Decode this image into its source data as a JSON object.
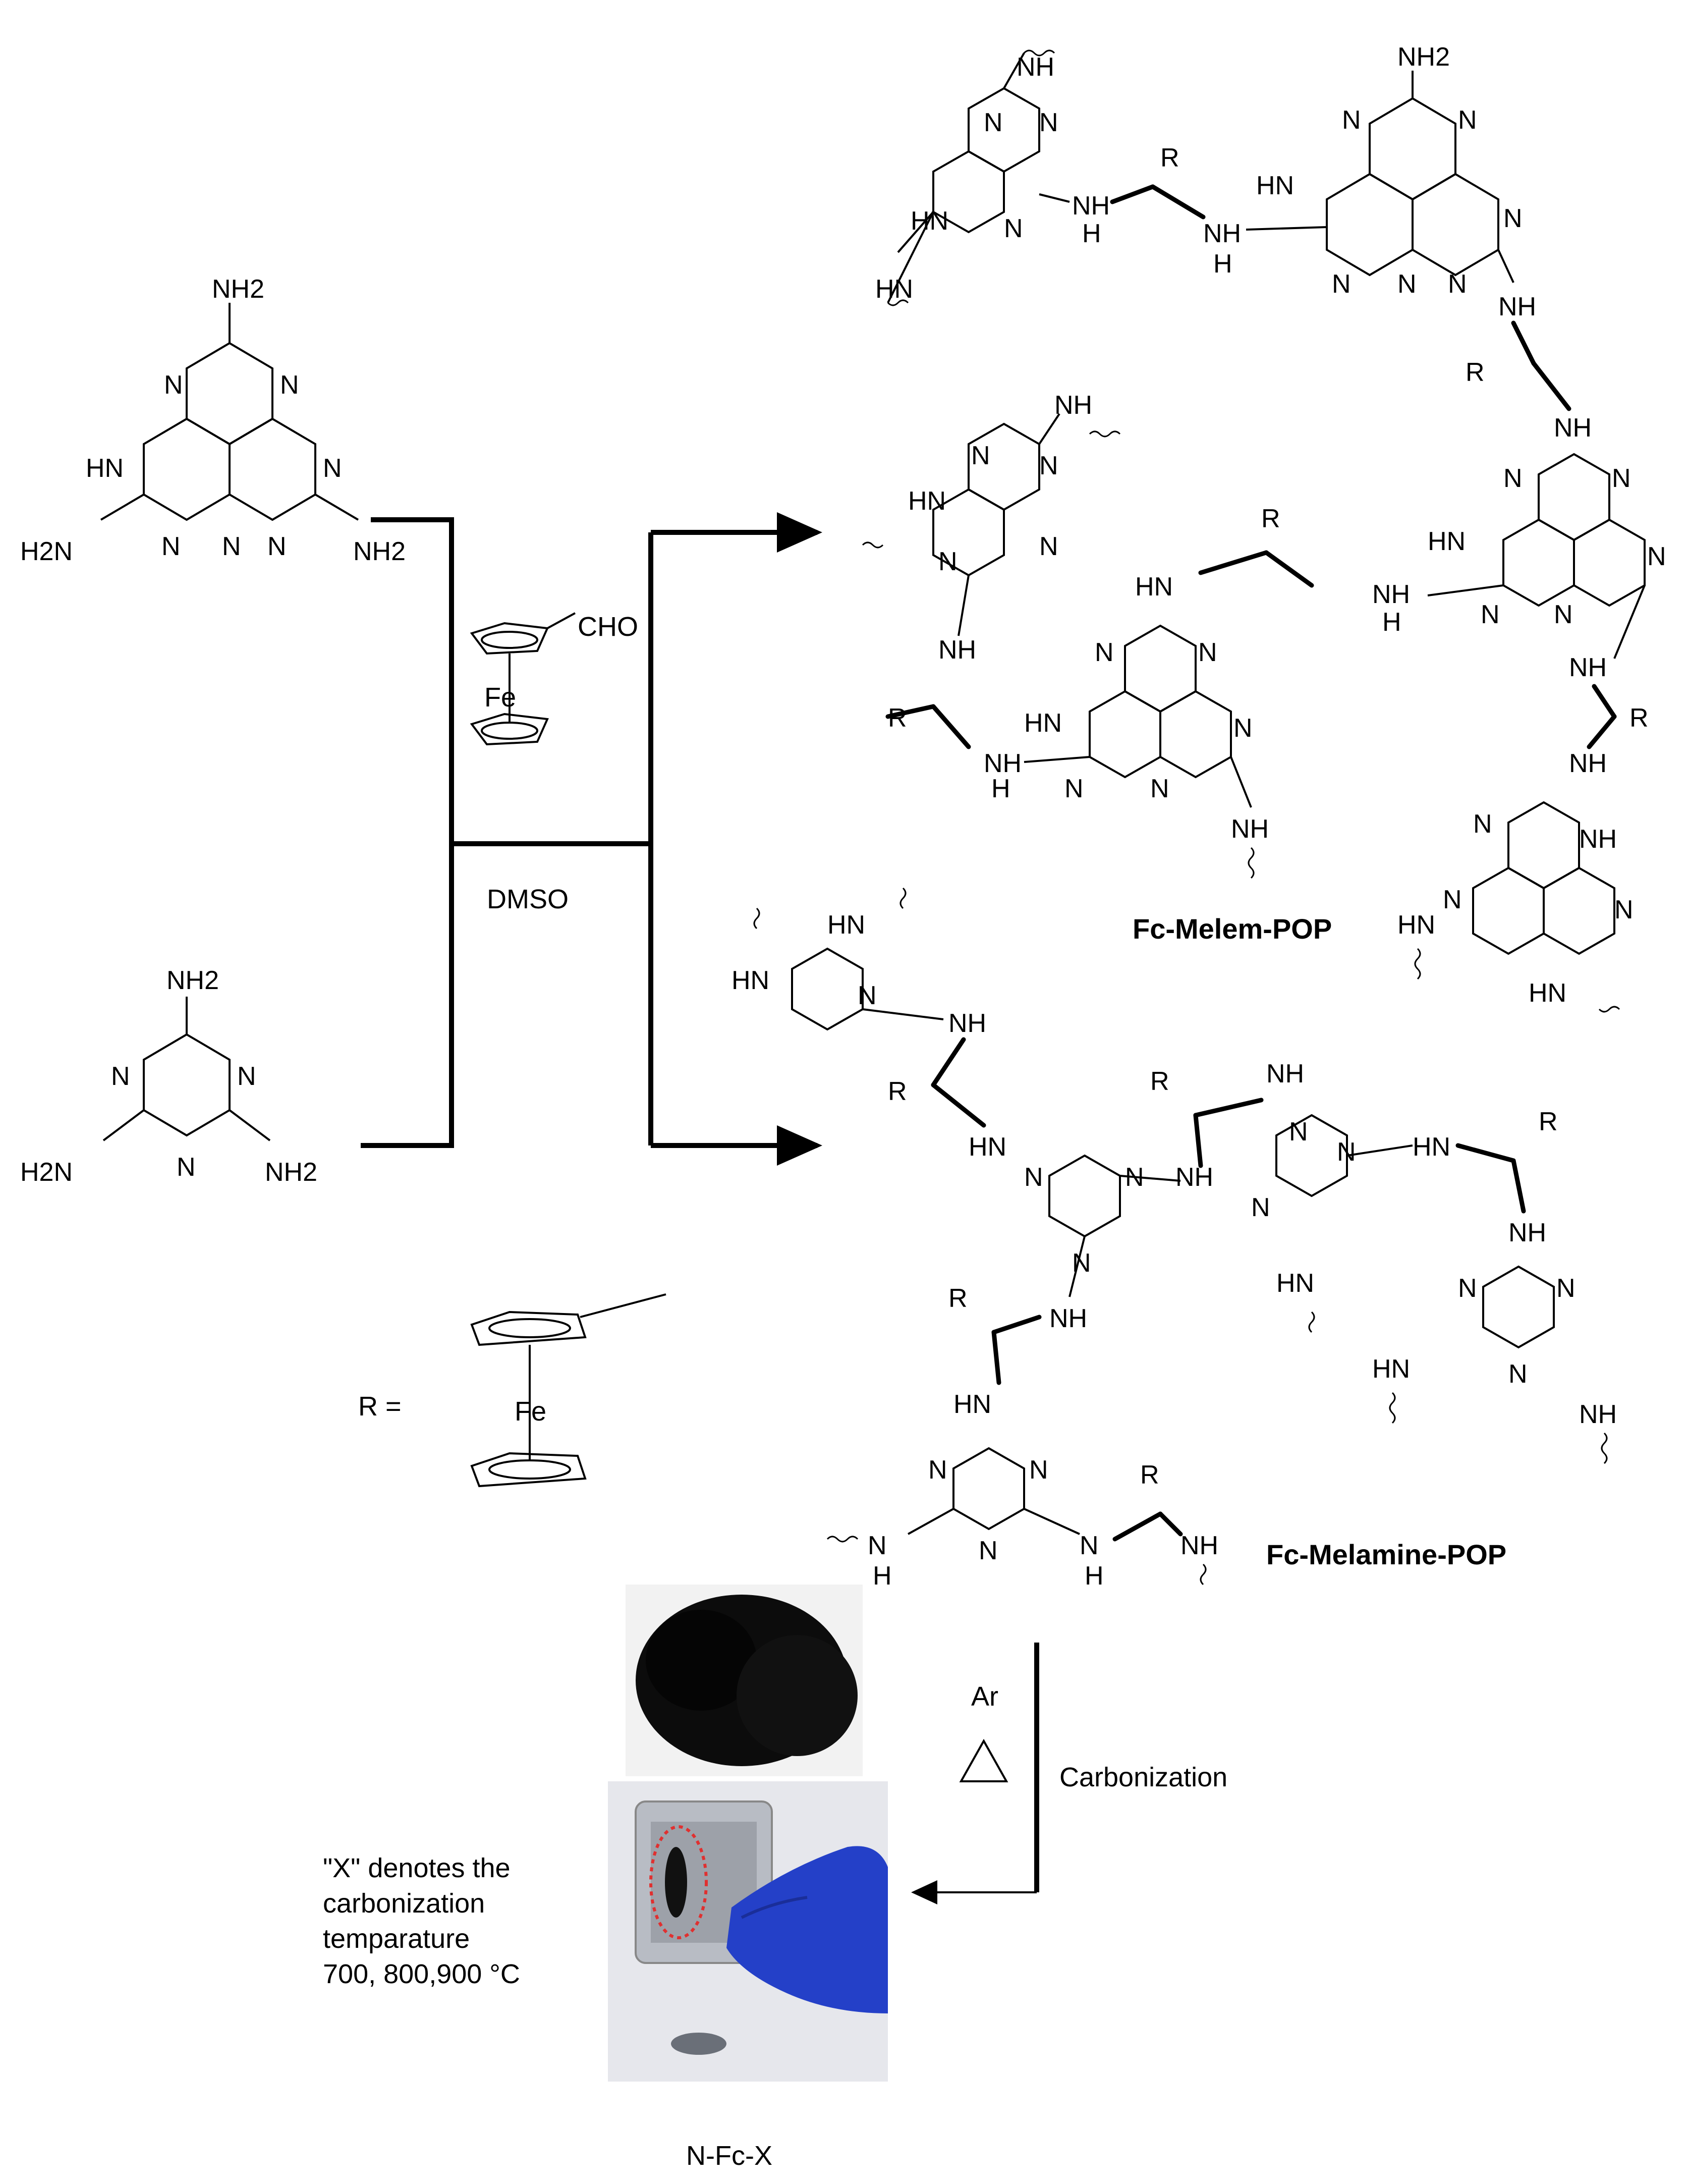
{
  "reagents": {
    "melem_groups": [
      "NH2",
      "N",
      "N",
      "HN",
      "N",
      "H2N",
      "N",
      "N",
      "N",
      "NH2"
    ],
    "melamine_groups": [
      "NH2",
      "N",
      "N",
      "H2N",
      "N",
      "NH2"
    ],
    "aldehyde": "CHO",
    "iron": "Fe",
    "solvent": "DMSO"
  },
  "r_definition": {
    "label": "R =",
    "metal": "Fe"
  },
  "products": {
    "melem_pop_name": "Fc-Melem-POP",
    "melamine_pop_name": "Fc-Melamine-POP"
  },
  "atoms": {
    "nh": "NH",
    "hn": "HN",
    "nh2": "NH2",
    "n": "N",
    "h": "H",
    "r": "R"
  },
  "carbonization": {
    "gas": "Ar",
    "step_label": "Carbonization",
    "note_lines": [
      "\"X\" denotes the",
      "carbonization",
      "temparature",
      "700, 800,900 °C"
    ],
    "product_label": "N-Fc-X"
  }
}
